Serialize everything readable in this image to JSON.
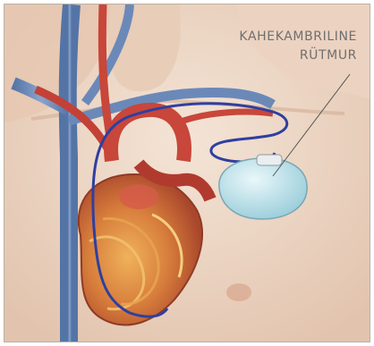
{
  "annotation": {
    "line1": "KAHEKAMBRILINE",
    "line2": "RÜTMUR"
  },
  "colors": {
    "skin": "#efd9c9",
    "vein_blue": "#6b89b8",
    "artery_red": "#c8463a",
    "lead_wire": "#2f3fa0",
    "pacemaker": "#bfe3ec"
  },
  "icons": [
    "pacemaker-device-icon",
    "heart-illustration",
    "lead-wire"
  ]
}
